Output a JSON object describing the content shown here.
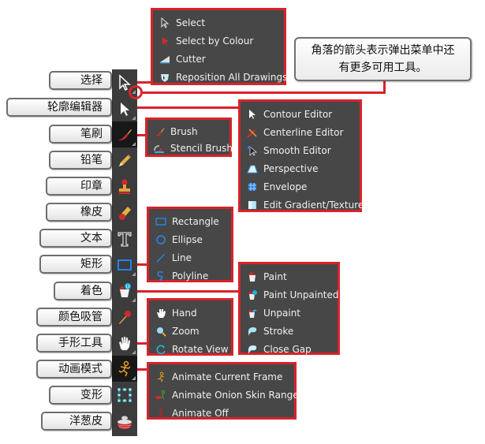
{
  "callout": {
    "line1": "角落的箭头表示弹出菜单中还",
    "line2": "有更多可用工具。"
  },
  "labels": [
    {
      "id": "select",
      "text": "选择"
    },
    {
      "id": "contour-editor",
      "text": "轮廓编辑器"
    },
    {
      "id": "brush",
      "text": "笔刷"
    },
    {
      "id": "pencil",
      "text": "铅笔"
    },
    {
      "id": "stamp",
      "text": "印章"
    },
    {
      "id": "eraser",
      "text": "橡皮"
    },
    {
      "id": "text",
      "text": "文本"
    },
    {
      "id": "rectangle",
      "text": "矩形"
    },
    {
      "id": "paint",
      "text": "着色"
    },
    {
      "id": "dropper",
      "text": "颜色吸管"
    },
    {
      "id": "hand",
      "text": "手形工具"
    },
    {
      "id": "animate-mode",
      "text": "动画模式"
    },
    {
      "id": "transform",
      "text": "变形"
    },
    {
      "id": "onion-skin",
      "text": "洋葱皮"
    }
  ],
  "popups": {
    "select": [
      "Select",
      "Select by Colour",
      "Cutter",
      "Reposition All Drawings"
    ],
    "contour": [
      "Contour Editor",
      "Centerline Editor",
      "Smooth Editor",
      "Perspective",
      "Envelope",
      "Edit Gradient/Texture"
    ],
    "brush": [
      "Brush",
      "Stencil Brush"
    ],
    "shape": [
      "Rectangle",
      "Ellipse",
      "Line",
      "Polyline"
    ],
    "paint": [
      "Paint",
      "Paint Unpainted",
      "Unpaint",
      "Stroke",
      "Close Gap"
    ],
    "view": [
      "Hand",
      "Zoom",
      "Rotate View"
    ],
    "animate": [
      "Animate Current Frame",
      "Animate Onion Skin Range",
      "Animate Off"
    ]
  },
  "colors": {
    "accent": "#d8232a",
    "toolbar_bg": "#3c3c3c",
    "popup_bg": "#474747",
    "icon_blue": "#1e90ff"
  }
}
